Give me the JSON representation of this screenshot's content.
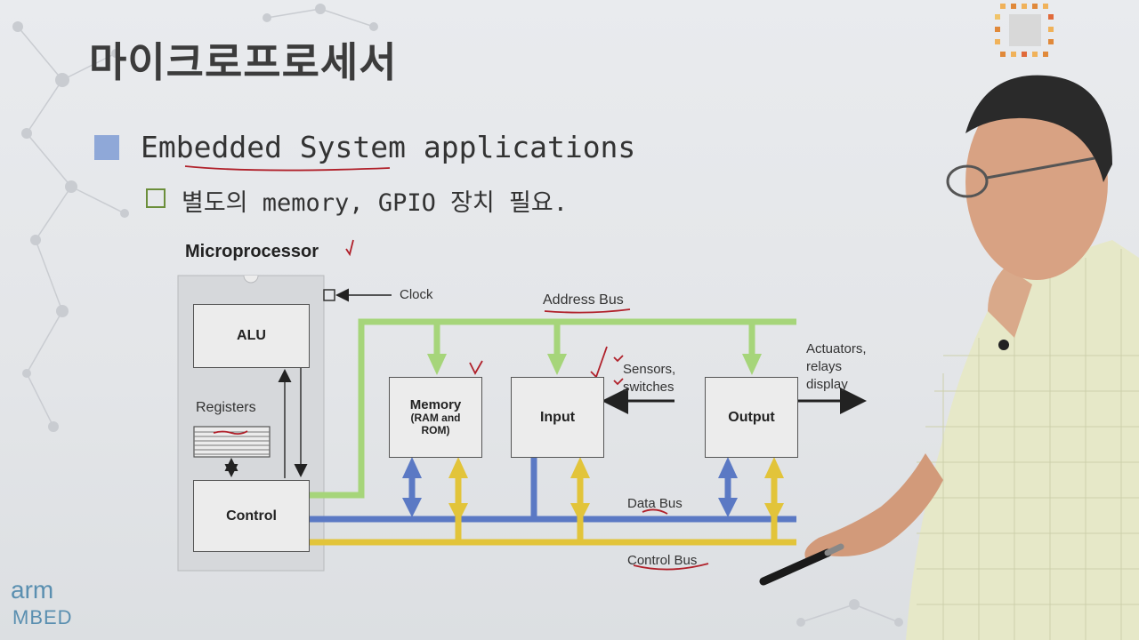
{
  "slide": {
    "title": "마이크로프로세서",
    "bullet1": "Embedded System applications",
    "bullet2": "별도의 memory, GPIO 장치 필요."
  },
  "diagram": {
    "heading": "Microprocessor",
    "clock": "Clock",
    "address_bus": "Address Bus",
    "data_bus": "Data Bus",
    "control_bus": "Control Bus",
    "alu": "ALU",
    "registers": "Registers",
    "control": "Control",
    "memory_title": "Memory",
    "memory_sub1": "(RAM and",
    "memory_sub2": "ROM)",
    "input": "Input",
    "output": "Output",
    "sensors1": "Sensors,",
    "sensors2": "switches",
    "actuators1": "Actuators,",
    "actuators2": "relays",
    "actuators3": "display"
  },
  "branding": {
    "arm": "arm",
    "mbed": "MBED"
  },
  "colors": {
    "address_bus": "#a6d57a",
    "data_bus": "#5b79c4",
    "control_bus": "#e2c43a",
    "bullet_square": "#8fa8d8",
    "bullet_outline": "#6b8e3a",
    "annotation_red": "#b0202a"
  }
}
